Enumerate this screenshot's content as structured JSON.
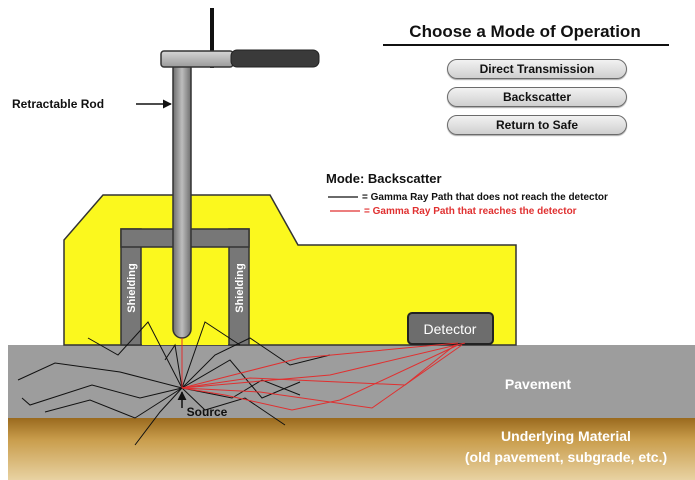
{
  "header": {
    "title": "Choose a Mode of Operation"
  },
  "mode_buttons": [
    {
      "label": "Direct Transmission"
    },
    {
      "label": "Backscatter"
    },
    {
      "label": "Return to Safe"
    }
  ],
  "legend": {
    "mode_label": "Mode: Backscatter",
    "items": [
      {
        "text": "= Gamma Ray Path that does not reach the detector",
        "color": "#000000"
      },
      {
        "text": "= Gamma Ray Path that reaches the detector",
        "color": "#e03030"
      }
    ]
  },
  "labels": {
    "rod": "Retractable Rod",
    "shield_left": "Shielding",
    "shield_right": "Shielding",
    "detector": "Detector",
    "source": "Source",
    "pavement": "Pavement",
    "underlying_line1": "Underlying Material",
    "underlying_line2": "(old pavement, subgrade, etc.)"
  },
  "colors": {
    "gauge_body": "#fbf81e",
    "pavement": "#9d9d9d",
    "underlying": "#b88a38",
    "shielding": "#777777",
    "detector": "#6d6d6d",
    "ray_detected": "#e03030",
    "ray_lost": "#111111"
  }
}
